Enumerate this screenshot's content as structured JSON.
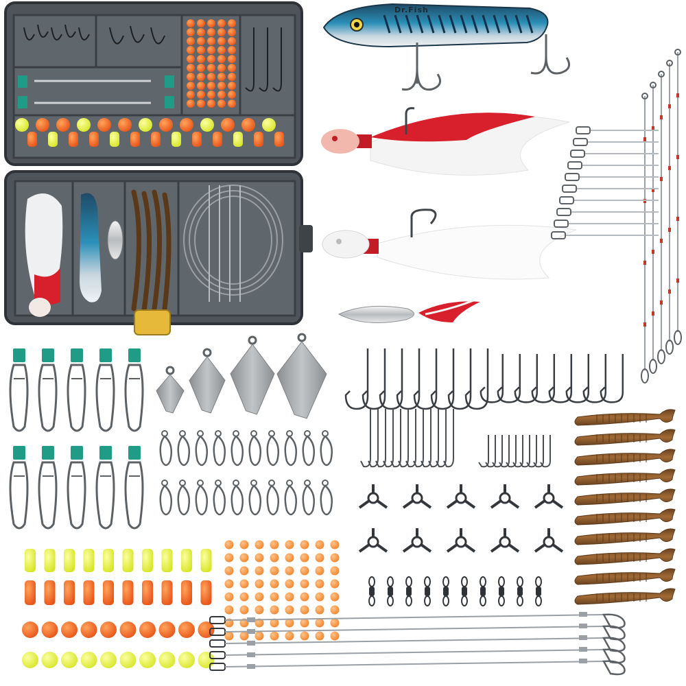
{
  "product": {
    "lure_brand_text": "Dr.Fish"
  },
  "colors": {
    "background": "#ffffff",
    "box_gray": "#4e5459",
    "box_dark": "#2f3337",
    "latch_yellow": "#e7b93a",
    "bead_orange": "#f06a1e",
    "bead_yellow": "#e6f03a",
    "sinker_gray": "#a3a6a8",
    "snap_teal": "#1f9b86",
    "worm_brown": "#8a5a2e",
    "steel": "#5c6166",
    "lure_blue": "#2b8fb8",
    "bucktail_red": "#d8202c"
  },
  "counts": {
    "sinkers": 4,
    "snap_swivels_teal": 10,
    "duolock_snaps": 20,
    "hooks_large": 16,
    "hooks_long_shank": 12,
    "hooks_small": 10,
    "three_way_swivels": 10,
    "barrel_swivels": 10,
    "soft_worms": 10,
    "wire_leaders_bottom": 5,
    "wire_leaders_vertical": 5,
    "bead_orange_small": 64
  }
}
